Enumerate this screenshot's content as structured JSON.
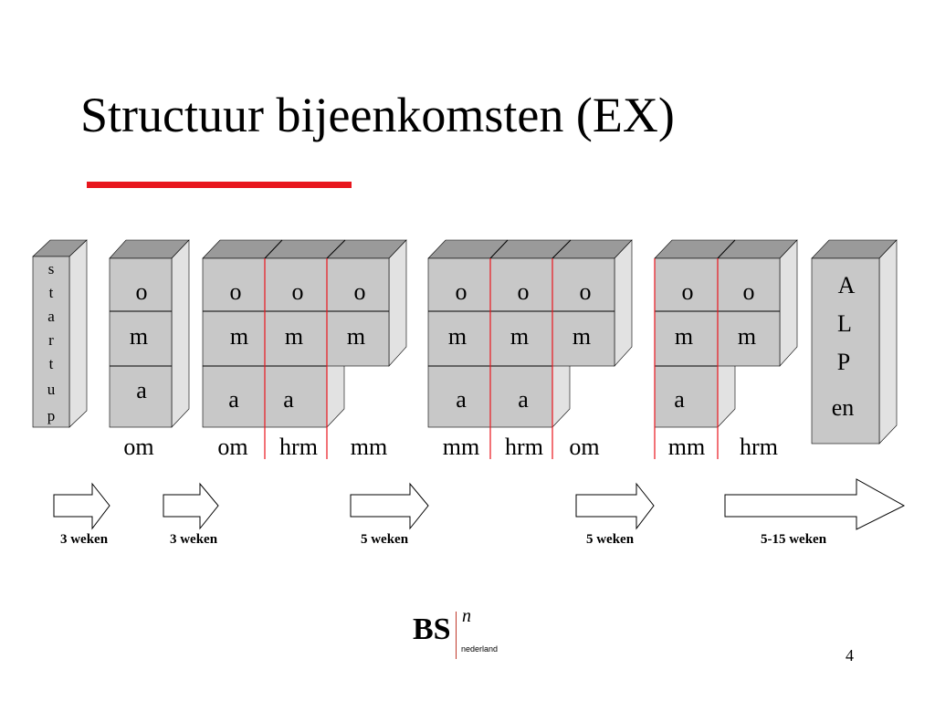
{
  "slide": {
    "title": "Structuur bijeenkomsten (EX)",
    "page_number": "4",
    "accent_color": "#e8161d"
  },
  "diagram": {
    "startup_letters": [
      "s",
      "t",
      "a",
      "r",
      "t",
      "u",
      "p"
    ],
    "alp_letters": [
      "A",
      "L",
      "P"
    ],
    "alp_suffix": "en",
    "block1": {
      "cells": [
        "o",
        "m",
        "a"
      ],
      "labels": [
        "om"
      ]
    },
    "block2": {
      "row_o": [
        "o",
        "o",
        "o"
      ],
      "row_m": [
        "m",
        "m",
        "m"
      ],
      "row_a": [
        "a",
        "a"
      ],
      "labels": [
        "om",
        "hrm",
        "mm"
      ]
    },
    "block3": {
      "row_o": [
        "o",
        "o",
        "o"
      ],
      "row_m": [
        "m",
        "m",
        "m"
      ],
      "row_a": [
        "a",
        "a"
      ],
      "labels": [
        "mm",
        "hrm",
        "om"
      ]
    },
    "block4": {
      "row_o": [
        "o",
        "o"
      ],
      "row_m": [
        "m",
        "m"
      ],
      "row_a": [
        "a"
      ],
      "labels": [
        "mm",
        "hrm"
      ]
    },
    "arrows": [
      "3 weken",
      "3 weken",
      "5 weken",
      "5 weken",
      "5-15 weken"
    ]
  },
  "logo": {
    "letters": "BS",
    "superscript": "n",
    "subtitle": "nederland"
  }
}
